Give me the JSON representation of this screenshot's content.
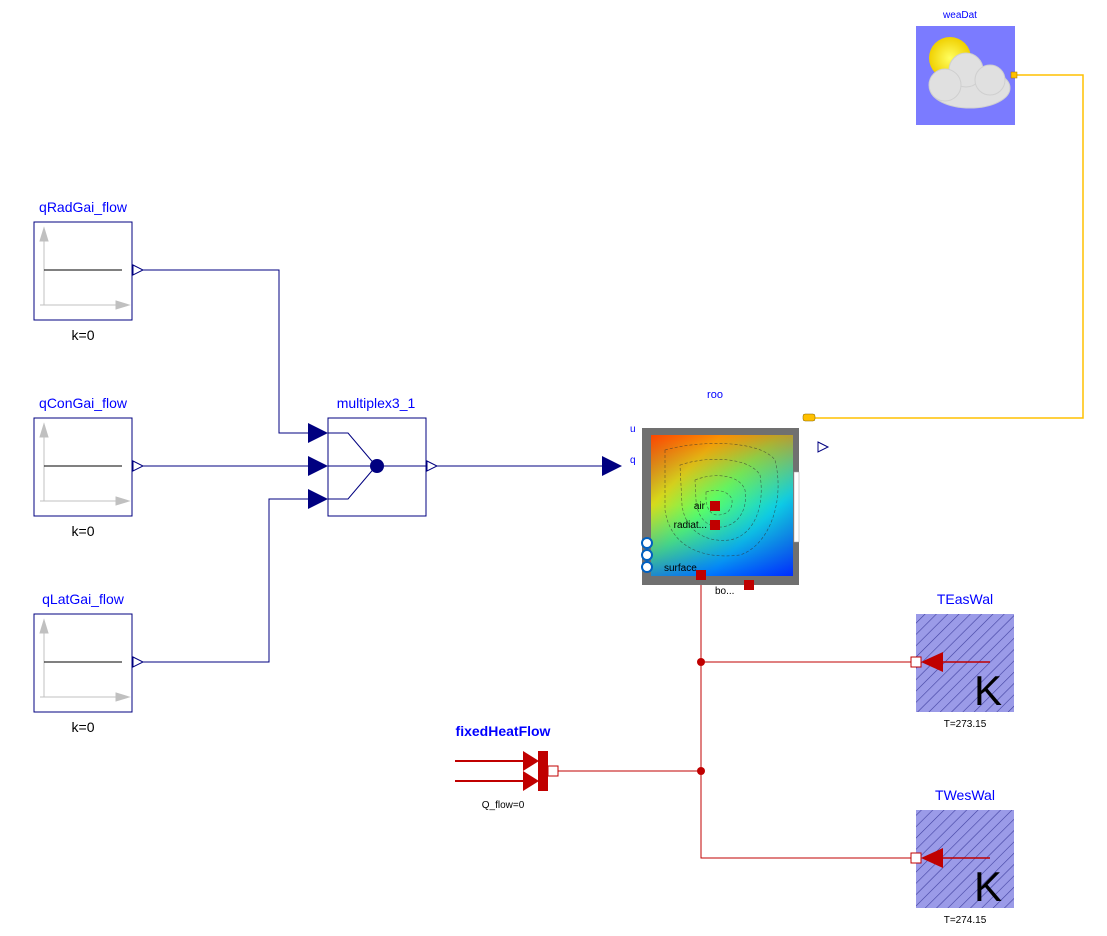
{
  "components": {
    "weaDat": {
      "name": "weaDat"
    },
    "qRadGai": {
      "name": "qRadGai_flow",
      "param": "k=0"
    },
    "qConGai": {
      "name": "qConGai_flow",
      "param": "k=0"
    },
    "qLatGai": {
      "name": "qLatGai_flow",
      "param": "k=0"
    },
    "multiplex": {
      "name": "multiplex3_1"
    },
    "roo": {
      "name": "roo",
      "port_u": "u",
      "port_q": "q",
      "port_air": "air",
      "port_radiation": "radiat...",
      "port_surface": "surface",
      "port_bottom": "bo..."
    },
    "TEasWal": {
      "name": "TEasWal",
      "param": "T=273.15",
      "unit": "K"
    },
    "TWesWal": {
      "name": "TWesWal",
      "param": "T=274.15",
      "unit": "K"
    },
    "fixedHeatFlow": {
      "name": "fixedHeatFlow",
      "param": "Q_flow=0"
    }
  },
  "colors": {
    "signal": "#000080",
    "heat": "#c00000",
    "weather": "#ffc000",
    "label": "#0000ff",
    "fixedTemp": "#9b9be8"
  }
}
